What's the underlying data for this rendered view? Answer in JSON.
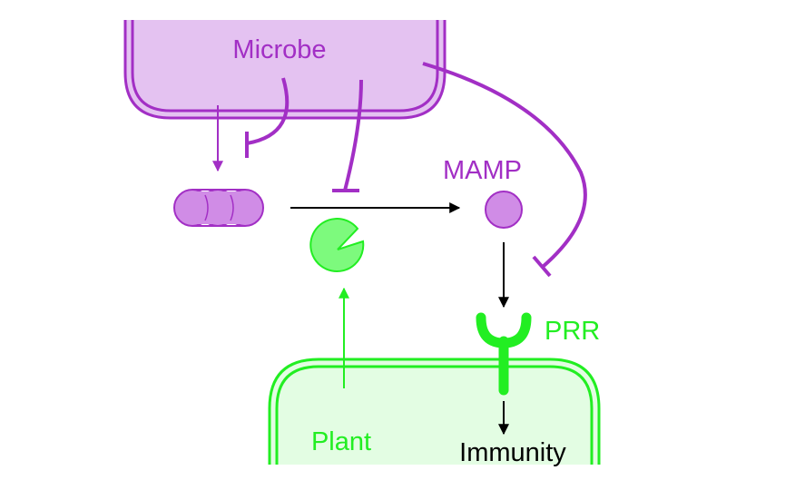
{
  "labels": {
    "microbe": "Microbe",
    "mamp": "MAMP",
    "prr": "PRR",
    "plant": "Plant",
    "immunity": "Immunity"
  },
  "colors": {
    "microbe_stroke": "#a22fc5",
    "microbe_fill": "#e4c2f1",
    "mamp_fill": "#d08ce6",
    "plant_stroke": "#22ee22",
    "plant_fill": "#e3fde3",
    "enzyme_fill": "#7dfa7d",
    "black": "#000000"
  }
}
